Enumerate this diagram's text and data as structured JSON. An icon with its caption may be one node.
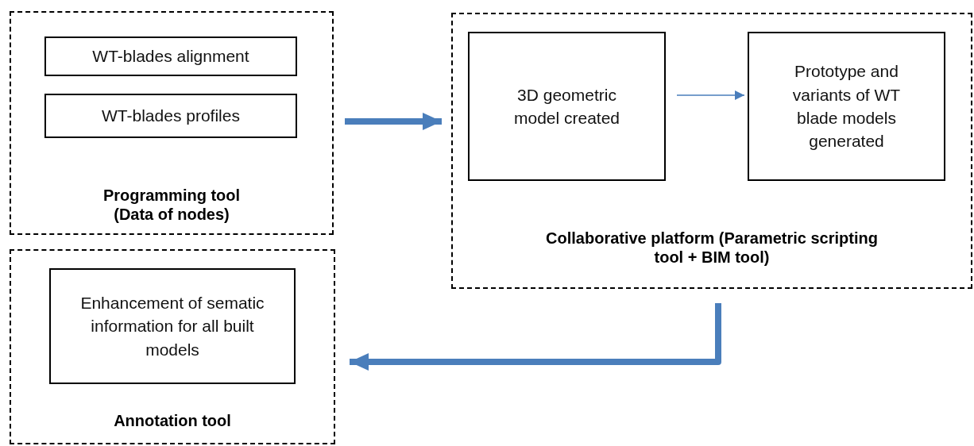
{
  "diagram": {
    "nodes": [
      {
        "text": [
          "Programming tool (Data of nodes)"
        ]
      },
      {
        "text": [
          "WT-blades alignment"
        ],
        "in": 0
      },
      {
        "text": [
          "WT-blades profiles"
        ],
        "in": 0
      },
      {
        "text": [
          "Collaborative platform (Parametric scripting tool + BIM tool)"
        ]
      },
      {
        "text": [
          "3D geometric model created"
        ],
        "in": 3
      },
      {
        "text": [
          "Prototype and variants of WT blade models generated"
        ],
        "in": 3
      },
      {
        "text": [
          "Annotation tool"
        ]
      },
      {
        "text": [
          "Enhancement of sematic information for all built models"
        ],
        "in": 6
      }
    ],
    "edges": [
      {
        "from": 0,
        "to": 3,
        "arrow": "to"
      },
      {
        "from": 4,
        "to": 5,
        "arrow": "to"
      },
      {
        "from": 3,
        "to": 6,
        "arrow": "to"
      }
    ]
  }
}
